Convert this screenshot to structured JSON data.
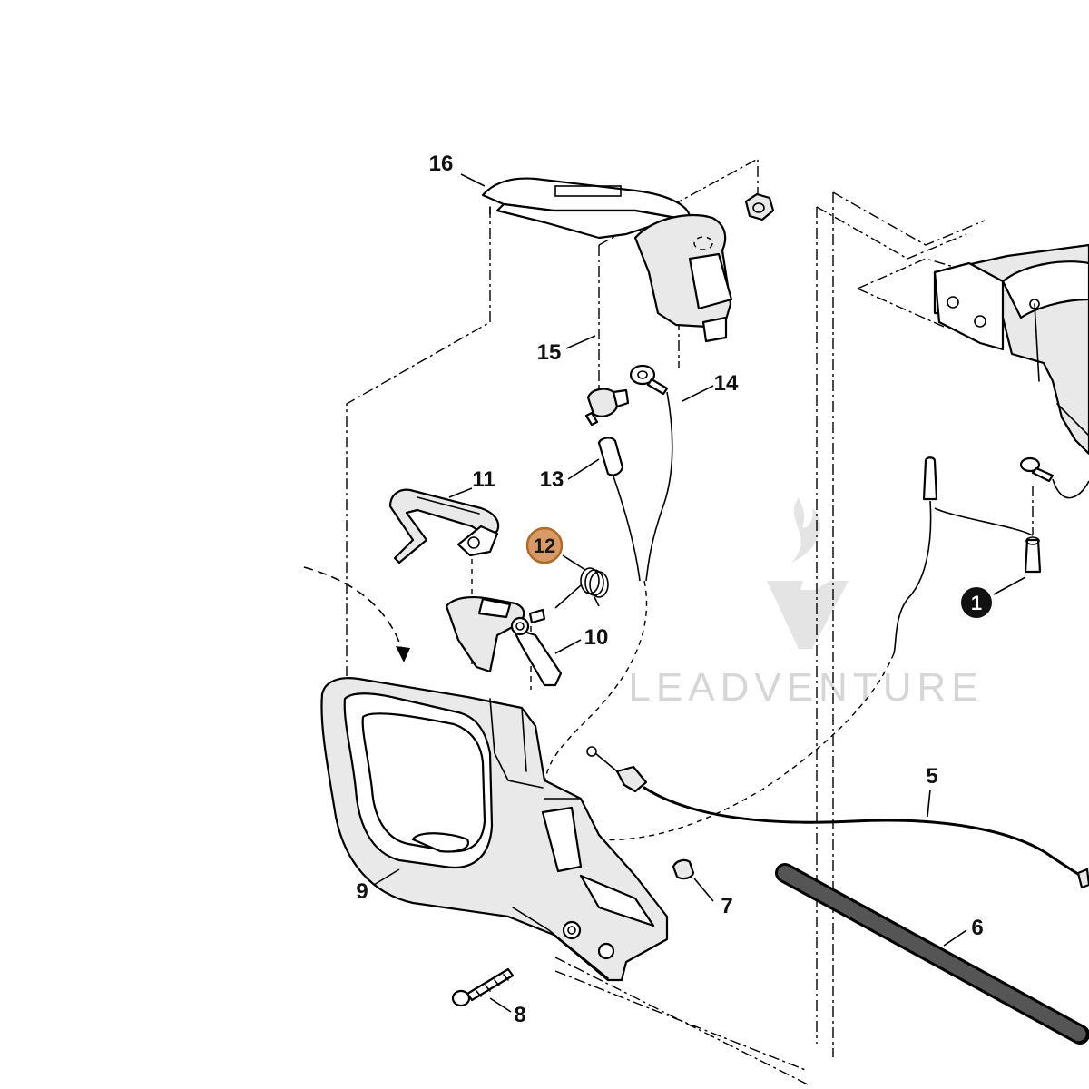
{
  "diagram": {
    "callouts": [
      {
        "id": "16",
        "text": "16"
      },
      {
        "id": "15",
        "text": "15"
      },
      {
        "id": "14",
        "text": "14"
      },
      {
        "id": "13",
        "text": "13"
      },
      {
        "id": "11",
        "text": "11"
      },
      {
        "id": "12",
        "text": "12",
        "highlighted": true
      },
      {
        "id": "10",
        "text": "10"
      },
      {
        "id": "1",
        "text": "1",
        "filled": true
      },
      {
        "id": "5",
        "text": "5"
      },
      {
        "id": "6",
        "text": "6"
      },
      {
        "id": "7",
        "text": "7"
      },
      {
        "id": "8",
        "text": "8"
      },
      {
        "id": "9",
        "text": "9"
      }
    ],
    "watermark": {
      "text": "LEADVENTURE"
    },
    "colors": {
      "highlight_fill": "#d99a66",
      "highlight_stroke": "#b06a2a",
      "badge_fill": "#111111",
      "line": "#000000",
      "watermark": "#d6d6d6"
    }
  }
}
